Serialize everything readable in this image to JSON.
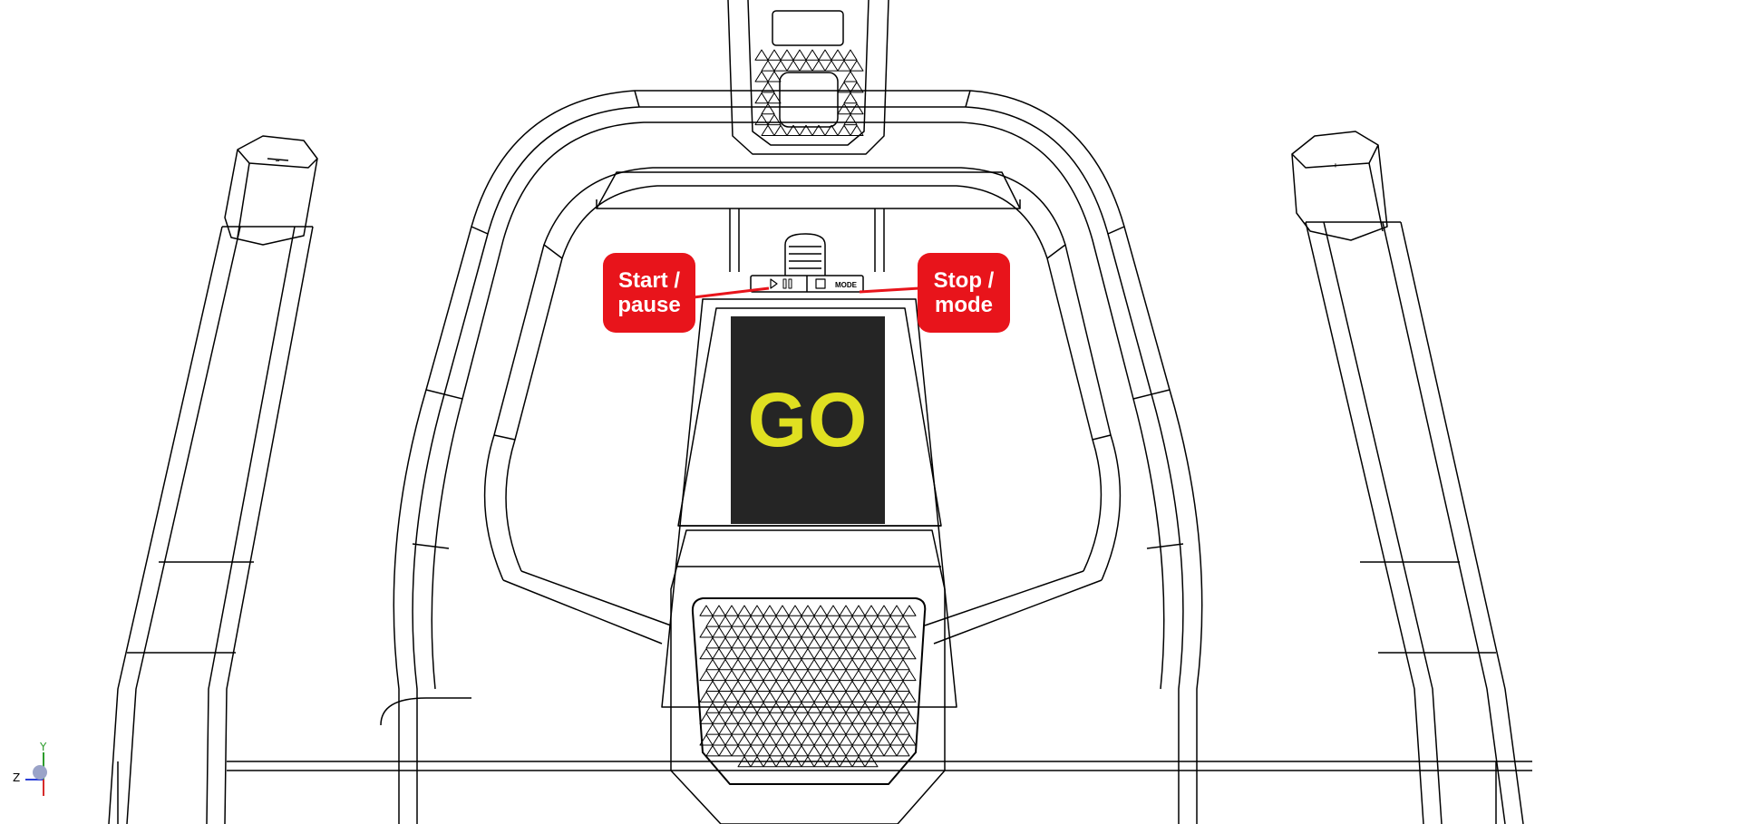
{
  "callouts": {
    "start_pause": {
      "line1": "Start /",
      "line2": "pause"
    },
    "stop_mode": {
      "line1": "Stop /",
      "line2": "mode"
    }
  },
  "display": {
    "text": "GO",
    "background": "#252525",
    "text_color": "#e0e021"
  },
  "console_buttons": {
    "stop_mode_label": "MODE"
  },
  "grips": {
    "left_symbol": "−",
    "right_symbol": "+"
  },
  "axis_triad": {
    "y_label": "Y",
    "z_label": "Z"
  },
  "colors": {
    "callout": "#e8141b",
    "line": "#000000"
  }
}
